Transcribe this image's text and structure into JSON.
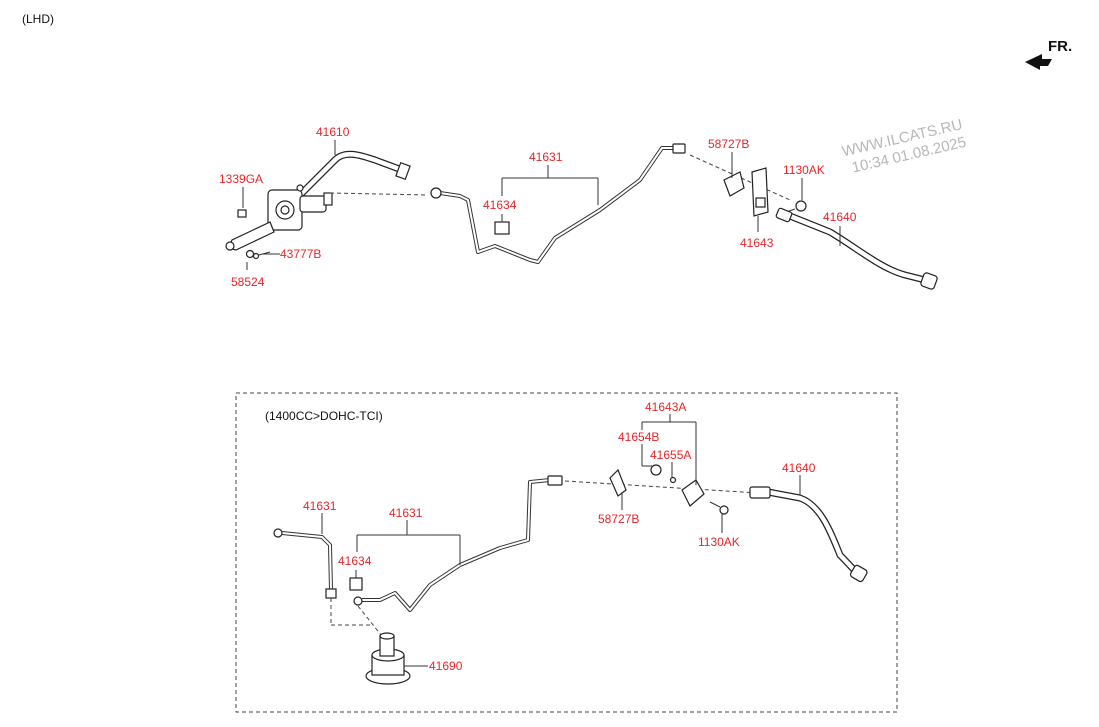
{
  "header": {
    "variant": "(LHD)",
    "direction": "FR."
  },
  "watermark": {
    "line1": "WWW.ILCATS.RU",
    "line2": "10:34 01.08.2025"
  },
  "upper": {
    "labels": {
      "p41610": "41610",
      "p1339GA": "1339GA",
      "p43777B": "43777B",
      "p58524": "58524",
      "p41631": "41631",
      "p41634": "41634",
      "p58727B": "58727B",
      "p1130AK": "1130AK",
      "p41640": "41640",
      "p41643": "41643"
    }
  },
  "lower": {
    "title": "(1400CC>DOHC-TCI)",
    "labels": {
      "p41643A": "41643A",
      "p41654B": "41654B",
      "p41655A": "41655A",
      "p41640": "41640",
      "p41631a": "41631",
      "p41631b": "41631",
      "p58727B": "58727B",
      "p1130AK": "1130AK",
      "p41634": "41634",
      "p41690": "41690"
    }
  },
  "colors": {
    "label": "#e8252a",
    "line": "#333333",
    "watermark": "#b7b7b7",
    "frame": "#555555"
  }
}
